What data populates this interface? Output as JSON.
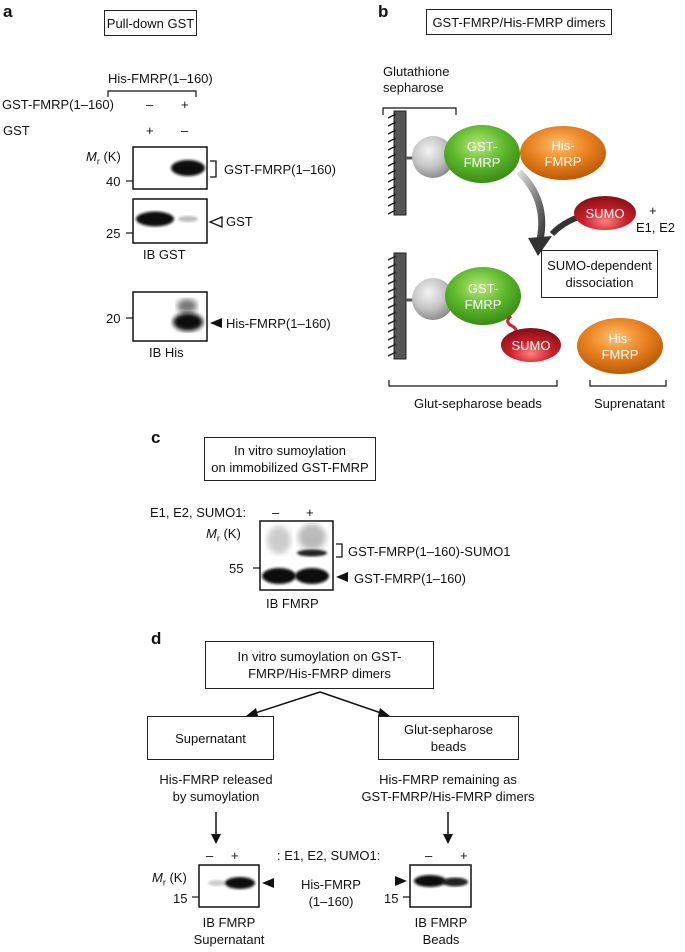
{
  "a": {
    "label": "a",
    "title": "Pull-down GST",
    "top_construct": "His-FMRP(1–160)",
    "row1_label": "GST-FMRP(1–160)",
    "row1_signs": [
      "–",
      "+"
    ],
    "row2_label": "GST",
    "row2_signs": [
      "+",
      "–"
    ],
    "mr_label": "M",
    "mr_sub": "r",
    "mr_unit": "(K)",
    "marker_40": "40",
    "marker_25": "25",
    "marker_20": "20",
    "band_gst_fmrp": "GST-FMRP(1–160)",
    "band_gst": "GST",
    "band_his": "His-FMRP(1–160)",
    "ib1": "IB GST",
    "ib2": "IB His"
  },
  "b": {
    "label": "b",
    "title": "GST-FMRP/His-FMRP dimers",
    "glutathione": "Glutathione",
    "sepharose": "sepharose",
    "gst_fmrp_1": "GST-",
    "gst_fmrp_2": "FMRP",
    "his_fmrp_1": "His-",
    "his_fmrp_2": "FMRP",
    "sumo": "SUMO",
    "plus": "+",
    "e1e2": "E1, E2",
    "dissoc_1": "SUMO-dependent",
    "dissoc_2": "dissociation",
    "beads": "Glut-sepharose beads",
    "supernatant": "Suprenatant"
  },
  "c": {
    "label": "c",
    "title_1": "In vitro sumoylation",
    "title_2": "on immobilized GST-FMRP",
    "condition": "E1, E2, SUMO1:",
    "signs": [
      "–",
      "+"
    ],
    "mr_label": "M",
    "mr_sub": "r",
    "mr_unit": "(K)",
    "marker_55": "55",
    "band_sumo": "GST-FMRP(1–160)-SUMO1",
    "band_main": "GST-FMRP(1–160)",
    "ib": "IB FMRP"
  },
  "d": {
    "label": "d",
    "title_1": "In vitro sumoylation on GST-",
    "title_2": "FMRP/His-FMRP dimers",
    "supernatant_box": "Supernatant",
    "beads_box_1": "Glut-sepharose",
    "beads_box_2": "beads",
    "left_desc_1": "His-FMRP released",
    "left_desc_2": "by sumoylation",
    "right_desc_1": "His-FMRP remaining as",
    "right_desc_2": "GST-FMRP/His-FMRP dimers",
    "signs_left": [
      "–",
      "+"
    ],
    "condition": ": E1, E2, SUMO1:",
    "signs_right": [
      "–",
      "+"
    ],
    "mr_label": "M",
    "mr_sub": "r",
    "mr_unit": "(K)",
    "marker_15a": "15",
    "marker_15b": "15",
    "his_label_1": "His-FMRP",
    "his_label_2": "(1–160)",
    "ib_left_1": "IB FMRP",
    "ib_left_2": "Supernatant",
    "ib_right_1": "IB FMRP",
    "ib_right_2": "Beads"
  },
  "colors": {
    "green": "#5cb82a",
    "orange": "#e8801e",
    "sumo_red": "#c8202a",
    "grey": "#aaaaaa"
  }
}
